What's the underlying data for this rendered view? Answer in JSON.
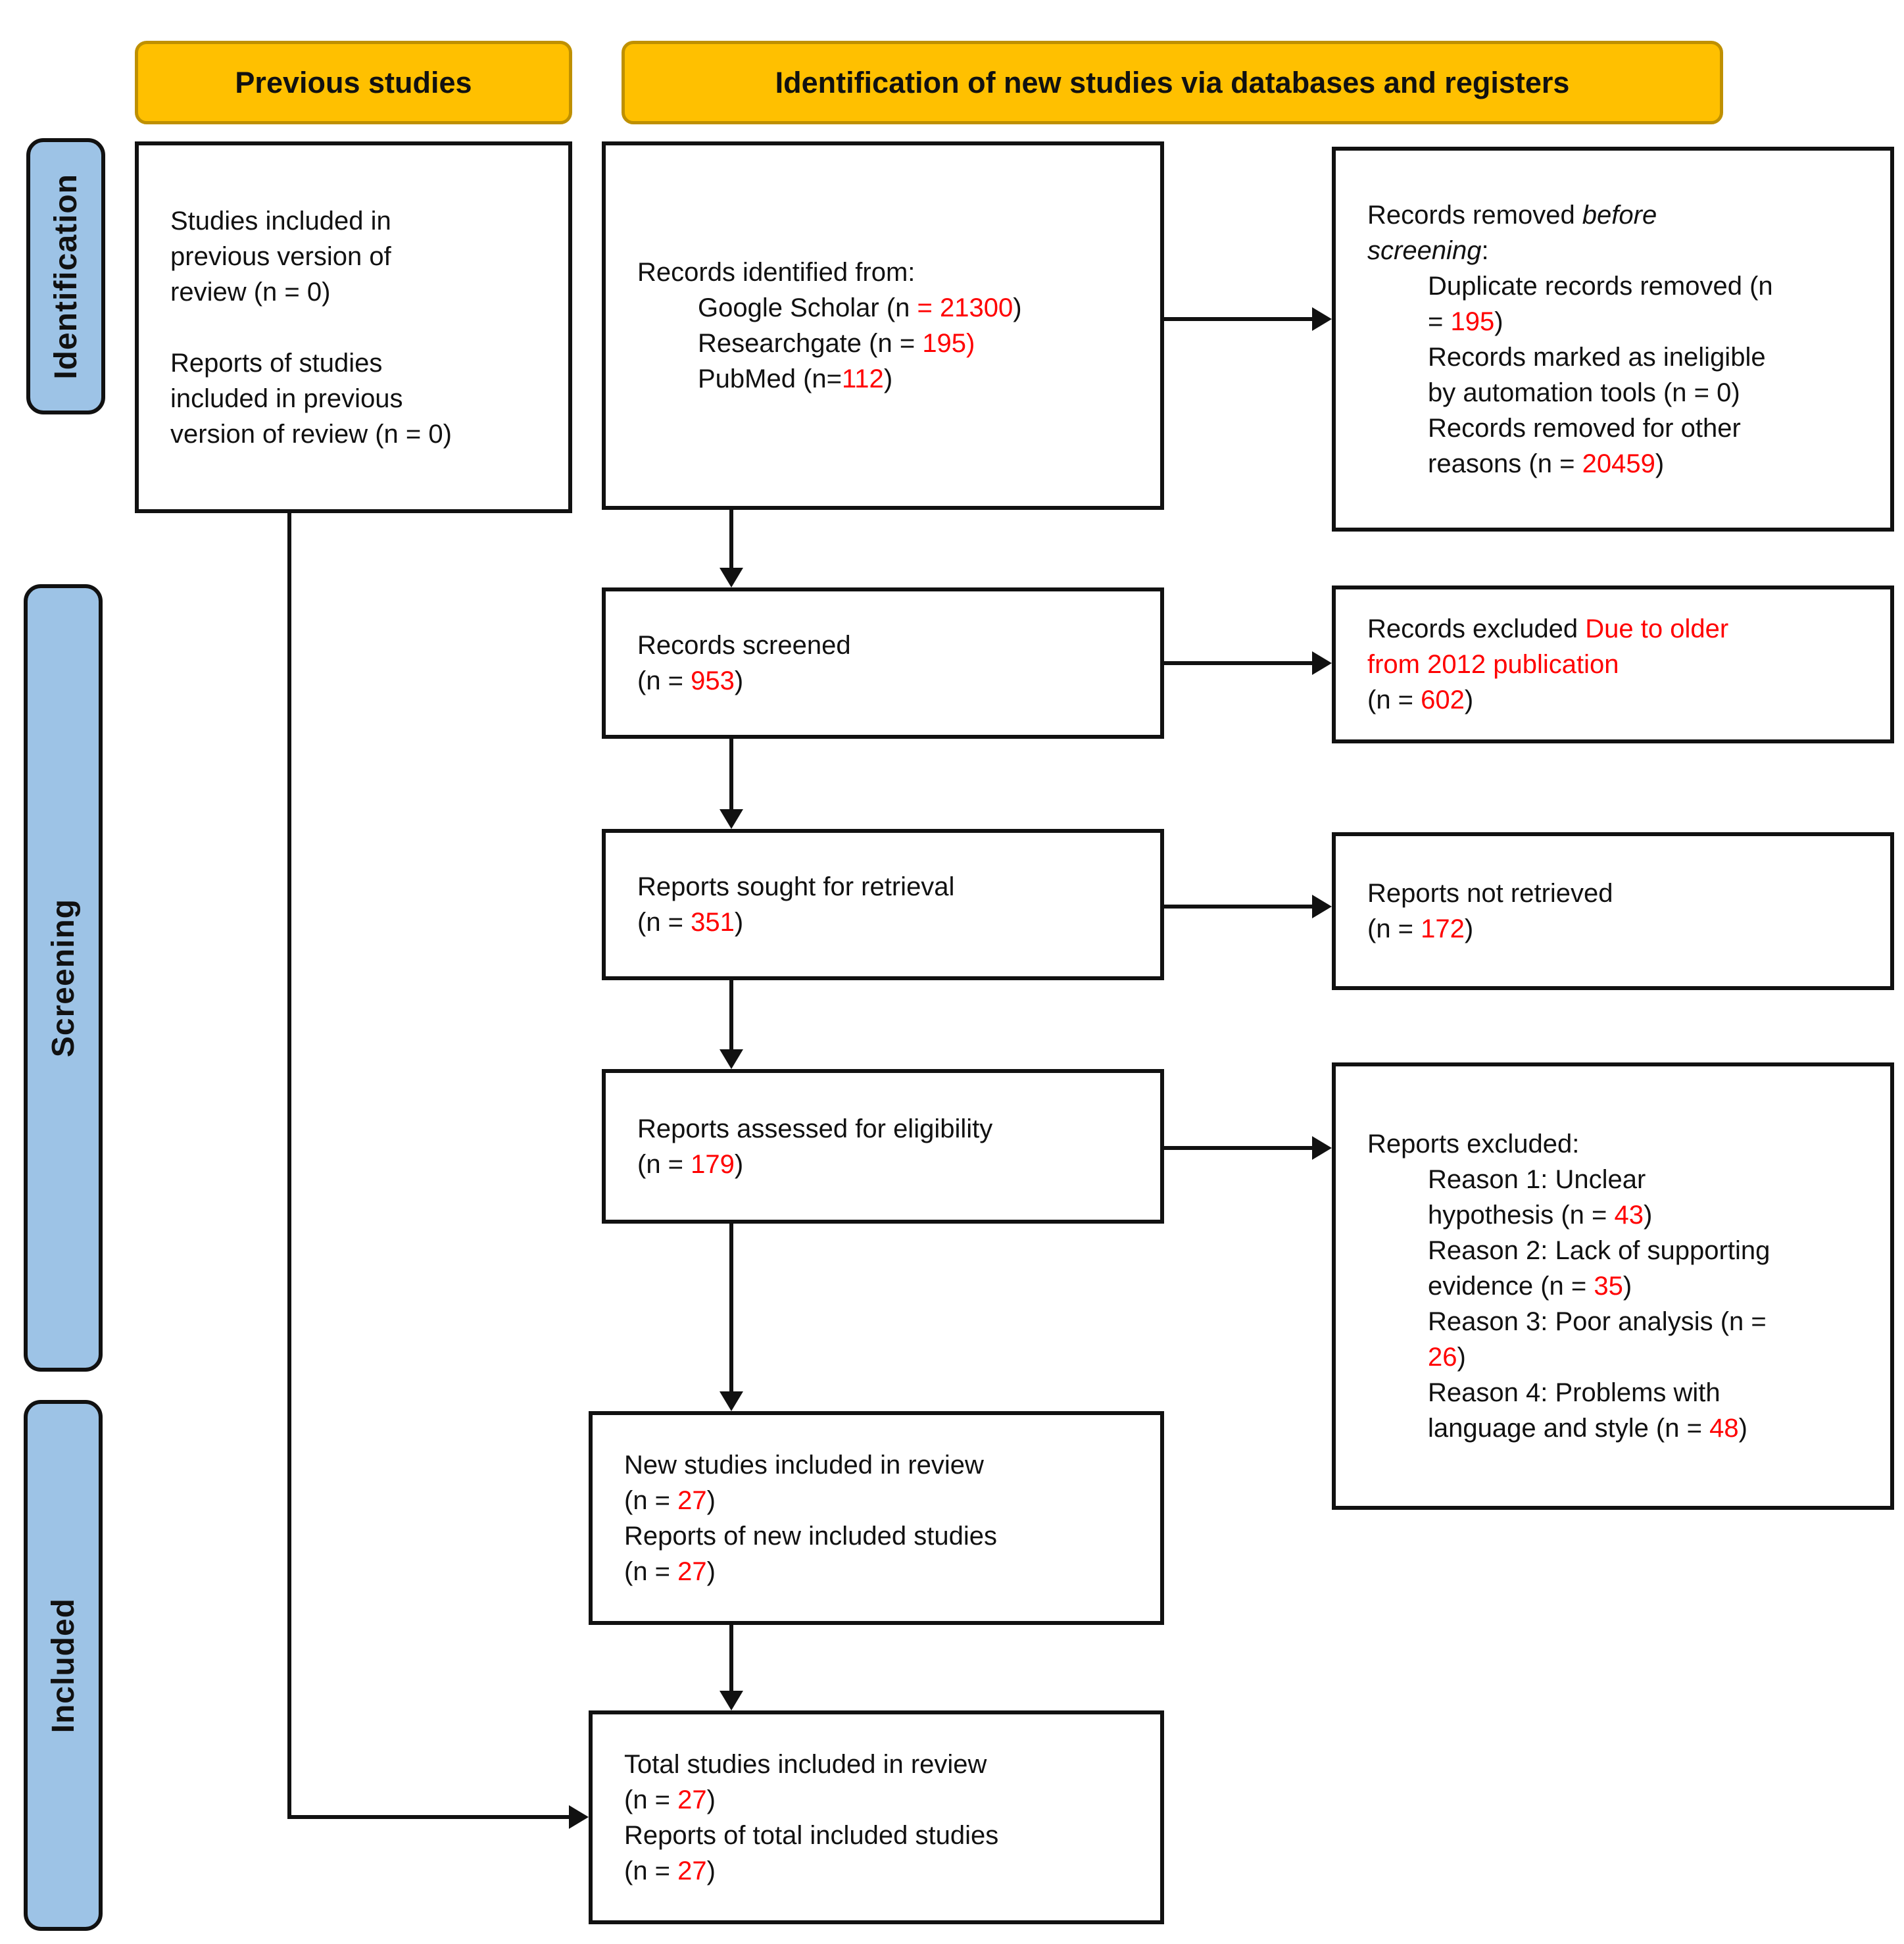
{
  "colors": {
    "header_fill": "#FFC000",
    "header_border": "#BF9000",
    "sidebar_fill": "#9DC3E6",
    "highlight_red": "#FF0000",
    "line_black": "#111111"
  },
  "headers": {
    "previous_studies": "Previous studies",
    "identification_new": "Identification of new studies via databases and registers"
  },
  "sidebar": {
    "identification": "Identification",
    "screening": "Screening",
    "included": "Included"
  },
  "boxes": {
    "previous_studies": {
      "lines": [
        {
          "seg": [
            {
              "t": "Studies included in"
            }
          ]
        },
        {
          "seg": [
            {
              "t": "previous version of"
            }
          ]
        },
        {
          "seg": [
            {
              "t": "review (n = 0)"
            }
          ]
        },
        {
          "seg": []
        },
        {
          "seg": [
            {
              "t": "Reports of studies"
            }
          ]
        },
        {
          "seg": [
            {
              "t": "included in previous"
            }
          ]
        },
        {
          "seg": [
            {
              "t": "version of review (n = 0)"
            }
          ]
        }
      ]
    },
    "records_identified": {
      "lines": [
        {
          "seg": [
            {
              "t": "Records identified from:"
            }
          ]
        },
        {
          "ind": true,
          "seg": [
            {
              "t": "Google Scholar (n "
            },
            {
              "t": "= 21300",
              "red": true
            },
            {
              "t": ")"
            }
          ]
        },
        {
          "ind": true,
          "seg": [
            {
              "t": "Researchgate (n = "
            },
            {
              "t": "195)",
              "red": true
            }
          ]
        },
        {
          "ind": true,
          "seg": [
            {
              "t": "PubMed (n="
            },
            {
              "t": "112",
              "red": true
            },
            {
              "t": ")"
            }
          ]
        }
      ]
    },
    "records_removed": {
      "lines": [
        {
          "seg": [
            {
              "t": "Records removed "
            },
            {
              "t": "before",
              "it": true
            }
          ]
        },
        {
          "seg": [
            {
              "t": "screening",
              "it": true
            },
            {
              "t": ":"
            }
          ]
        },
        {
          "ind": true,
          "seg": [
            {
              "t": "Duplicate records removed (n"
            }
          ]
        },
        {
          "ind": true,
          "seg": [
            {
              "t": "= "
            },
            {
              "t": "195",
              "red": true
            },
            {
              "t": ")"
            }
          ]
        },
        {
          "ind": true,
          "seg": [
            {
              "t": "Records marked as ineligible"
            }
          ]
        },
        {
          "ind": true,
          "seg": [
            {
              "t": "by automation tools (n = 0)"
            }
          ]
        },
        {
          "ind": true,
          "seg": [
            {
              "t": "Records removed for other"
            }
          ]
        },
        {
          "ind": true,
          "seg": [
            {
              "t": "reasons (n = "
            },
            {
              "t": "20459",
              "red": true
            },
            {
              "t": ")"
            }
          ]
        }
      ]
    },
    "records_screened": {
      "lines": [
        {
          "seg": [
            {
              "t": "Records screened"
            }
          ]
        },
        {
          "seg": [
            {
              "t": "(n = "
            },
            {
              "t": "953",
              "red": true
            },
            {
              "t": ")"
            }
          ]
        }
      ]
    },
    "records_excluded": {
      "lines": [
        {
          "seg": [
            {
              "t": "Records excluded "
            },
            {
              "t": "Due to older",
              "red": true
            }
          ]
        },
        {
          "seg": [
            {
              "t": "from 2012 publication",
              "red": true
            }
          ]
        },
        {
          "seg": [
            {
              "t": "(n = "
            },
            {
              "t": "602",
              "red": true
            },
            {
              "t": ")"
            }
          ]
        }
      ]
    },
    "reports_sought": {
      "lines": [
        {
          "seg": [
            {
              "t": "Reports sought for retrieval"
            }
          ]
        },
        {
          "seg": [
            {
              "t": "(n = "
            },
            {
              "t": "351",
              "red": true
            },
            {
              "t": ")"
            }
          ]
        }
      ]
    },
    "reports_not_retrieved": {
      "lines": [
        {
          "seg": [
            {
              "t": "Reports not retrieved"
            }
          ]
        },
        {
          "seg": [
            {
              "t": "(n = "
            },
            {
              "t": "172",
              "red": true
            },
            {
              "t": ")"
            }
          ]
        }
      ]
    },
    "reports_assessed": {
      "lines": [
        {
          "seg": [
            {
              "t": "Reports assessed for eligibility"
            }
          ]
        },
        {
          "seg": [
            {
              "t": "(n = "
            },
            {
              "t": "179",
              "red": true
            },
            {
              "t": ")"
            }
          ]
        }
      ]
    },
    "reports_excluded": {
      "lines": [
        {
          "seg": [
            {
              "t": "Reports excluded:"
            }
          ]
        },
        {
          "ind": true,
          "seg": [
            {
              "t": "Reason 1: Unclear"
            }
          ]
        },
        {
          "ind": true,
          "seg": [
            {
              "t": "hypothesis (n = "
            },
            {
              "t": "43",
              "red": true
            },
            {
              "t": ")"
            }
          ]
        },
        {
          "ind": true,
          "seg": [
            {
              "t": "Reason 2: Lack of supporting"
            }
          ]
        },
        {
          "ind": true,
          "seg": [
            {
              "t": "evidence (n = "
            },
            {
              "t": "35",
              "red": true
            },
            {
              "t": ")"
            }
          ]
        },
        {
          "ind": true,
          "seg": [
            {
              "t": "Reason 3: Poor analysis (n ="
            }
          ]
        },
        {
          "ind": true,
          "seg": [
            {
              "t": "26",
              "red": true
            },
            {
              "t": ")"
            }
          ]
        },
        {
          "ind": true,
          "seg": [
            {
              "t": "Reason 4: Problems with"
            }
          ]
        },
        {
          "ind": true,
          "seg": [
            {
              "t": "language and style (n = "
            },
            {
              "t": "48",
              "red": true
            },
            {
              "t": ")"
            }
          ]
        }
      ]
    },
    "new_studies": {
      "lines": [
        {
          "seg": [
            {
              "t": "New studies included in review"
            }
          ]
        },
        {
          "seg": [
            {
              "t": "(n = "
            },
            {
              "t": "27",
              "red": true
            },
            {
              "t": ")"
            }
          ]
        },
        {
          "seg": [
            {
              "t": "Reports of new included studies"
            }
          ]
        },
        {
          "seg": [
            {
              "t": "(n = "
            },
            {
              "t": "27",
              "red": true
            },
            {
              "t": ")"
            }
          ]
        }
      ]
    },
    "total_studies": {
      "lines": [
        {
          "seg": [
            {
              "t": "Total studies included in review"
            }
          ]
        },
        {
          "seg": [
            {
              "t": "(n = "
            },
            {
              "t": "27",
              "red": true
            },
            {
              "t": ")"
            }
          ]
        },
        {
          "seg": [
            {
              "t": "Reports of total included studies"
            }
          ]
        },
        {
          "seg": [
            {
              "t": "(n = "
            },
            {
              "t": "27",
              "red": true
            },
            {
              "t": ")"
            }
          ]
        }
      ]
    }
  }
}
